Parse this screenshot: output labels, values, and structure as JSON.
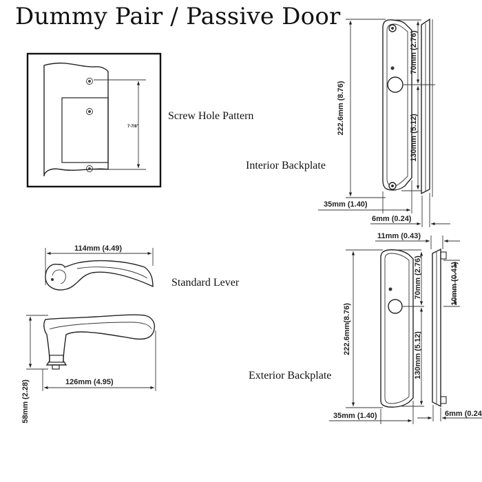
{
  "title": "Dummy Pair / Passive Door",
  "labels": {
    "screw_hole_pattern": "Screw Hole Pattern",
    "interior_backplate": "Interior Backplate",
    "standard_lever": "Standard Lever",
    "exterior_backplate": "Exterior Backplate"
  },
  "dimensions": {
    "screw_spacing": "7-7/8\"",
    "int_height": "222.6mm (8.76)",
    "int_top": "70mm (2.76)",
    "int_bottom": "130mm (5.12)",
    "int_width": "35mm (1.40)",
    "int_depth": "6mm (0.24)",
    "lever_top_len": "114mm (4.49)",
    "lever_side_len": "126mm (4.95)",
    "lever_height": "58mm (2.28)",
    "ext_depth_top": "11mm (0.43)",
    "ext_height": "222.6mm(8.76)",
    "ext_top": "70mm (2.76)",
    "ext_bottom": "130mm (5.12)",
    "ext_side": "10mm (0.41)",
    "ext_width": "35mm (1.40)",
    "ext_depth": "6mm (0.24"
  }
}
